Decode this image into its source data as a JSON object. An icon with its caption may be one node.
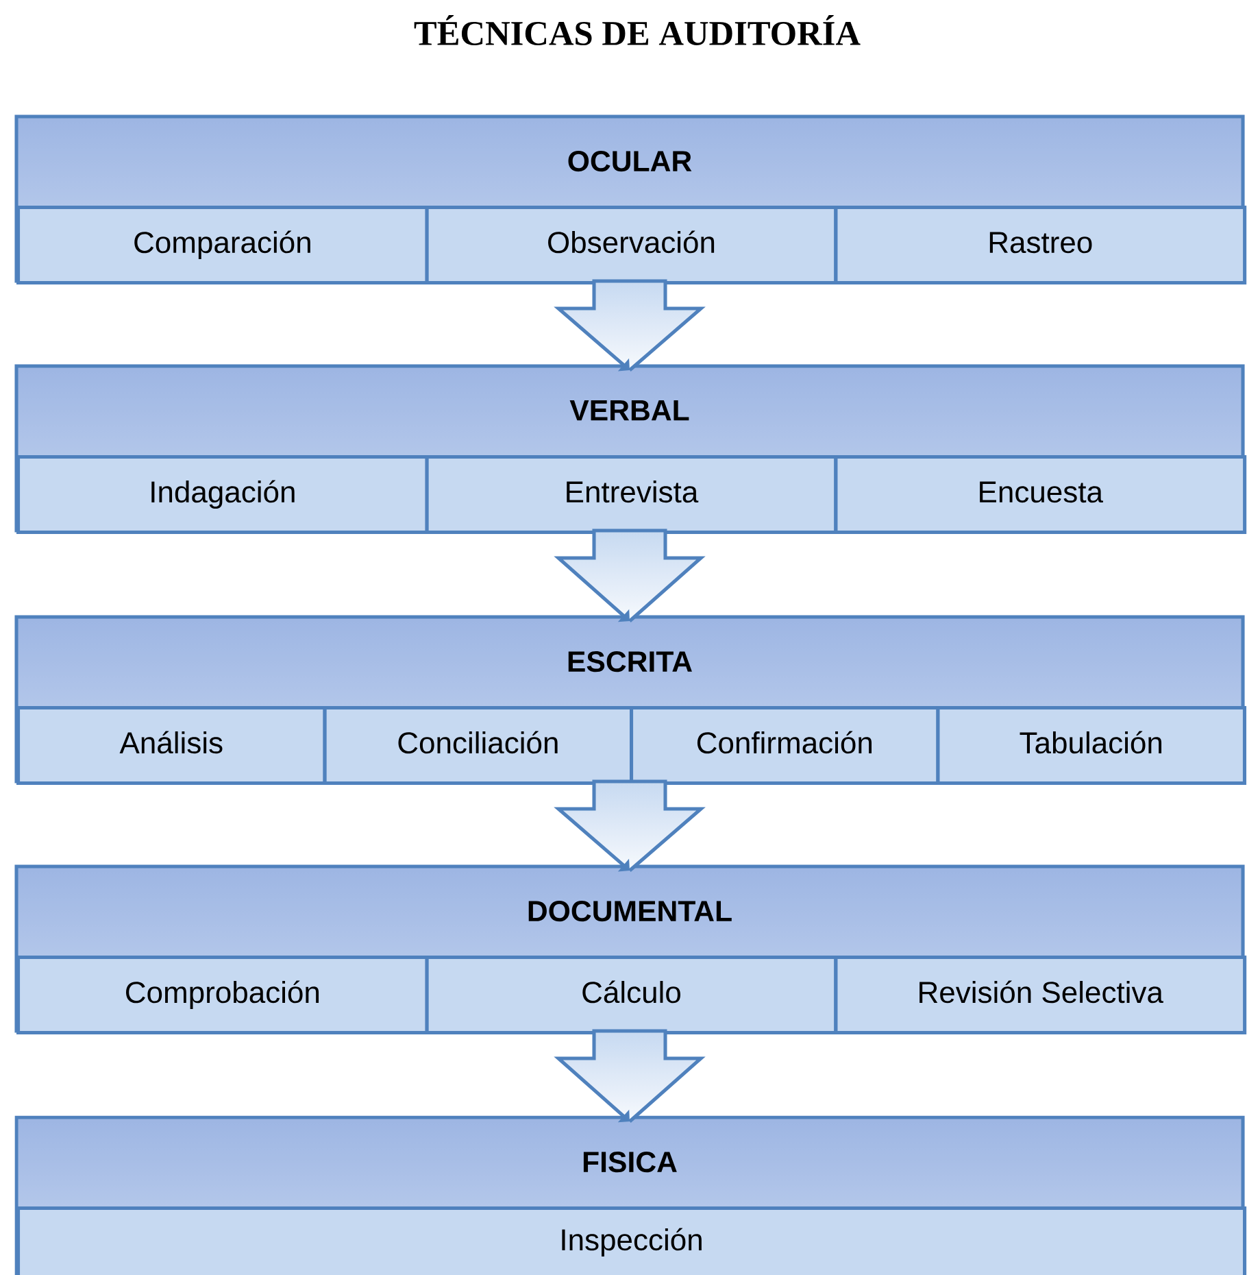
{
  "diagram": {
    "title": "TÉCNICAS DE AUDITORÍA",
    "nodes": [
      {
        "text": [
          "OCULAR"
        ]
      },
      {
        "text": [
          "Comparación"
        ],
        "in": 0
      },
      {
        "text": [
          "Observación"
        ],
        "in": 0
      },
      {
        "text": [
          "Rastreo"
        ],
        "in": 0
      },
      {
        "text": [
          "VERBAL"
        ]
      },
      {
        "text": [
          "Indagación"
        ],
        "in": 4
      },
      {
        "text": [
          "Entrevista"
        ],
        "in": 4
      },
      {
        "text": [
          "Encuesta"
        ],
        "in": 4
      },
      {
        "text": [
          "ESCRITA"
        ]
      },
      {
        "text": [
          "Análisis"
        ],
        "in": 8
      },
      {
        "text": [
          "Conciliación"
        ],
        "in": 8
      },
      {
        "text": [
          "Confirmación"
        ],
        "in": 8
      },
      {
        "text": [
          "Tabulación"
        ],
        "in": 8
      },
      {
        "text": [
          "DOCUMENTAL"
        ]
      },
      {
        "text": [
          "Comprobación"
        ],
        "in": 13
      },
      {
        "text": [
          "Cálculo"
        ],
        "in": 13
      },
      {
        "text": [
          "Revisión Selectiva"
        ],
        "in": 13
      },
      {
        "text": [
          "FISICA"
        ]
      },
      {
        "text": [
          "Inspección"
        ],
        "in": 17
      }
    ],
    "edges": [
      {
        "from": 0,
        "to": 4,
        "arrow": "to"
      },
      {
        "from": 4,
        "to": 8,
        "arrow": "to"
      },
      {
        "from": 8,
        "to": 13,
        "arrow": "to"
      },
      {
        "from": 13,
        "to": 17,
        "arrow": "to"
      }
    ]
  }
}
